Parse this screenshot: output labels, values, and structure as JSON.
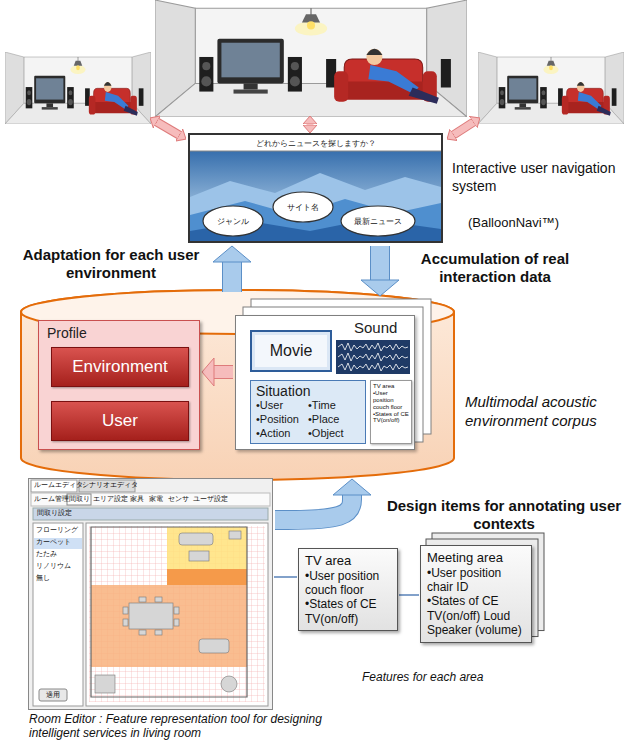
{
  "diagram": {
    "nodes": [
      {
        "text": [
          "どれからニュースを探しますか？"
        ]
      },
      {
        "text": [
          "ジャンル"
        ],
        "in": 0
      },
      {
        "text": [
          "サイト名"
        ],
        "in": 0
      },
      {
        "text": [
          "最新ニュース"
        ],
        "in": 0
      },
      {
        "text": [
          "Multimodal acoustic environment corpus"
        ]
      },
      {
        "text": [
          "Profile"
        ],
        "in": 4
      },
      {
        "text": [
          "Environment"
        ],
        "in": 5
      },
      {
        "text": [
          "User"
        ],
        "in": 5
      },
      {
        "text": [
          "Sound"
        ],
        "in": 4
      },
      {
        "text": [
          "Movie"
        ],
        "in": 8
      },
      {
        "text": [
          "Situation",
          "•User",
          "•Time",
          "•Position",
          "•Place",
          "•Action",
          "•Object"
        ],
        "in": 8
      },
      {
        "text": [
          "TV area",
          "•User position couch floor",
          "•States of CE TV(on/off)"
        ],
        "in": 8
      },
      {
        "text": [
          "Room Editor : Feature representation tool for designing intelligent services in living room"
        ]
      },
      {
        "text": [
          "TV area",
          "•User position couch floor",
          "•States of CE TV(on/off)"
        ]
      },
      {
        "text": [
          "Meeting area",
          "•User position chair ID",
          "•States of CE TV(on/off) Loud Speaker (volume)"
        ]
      }
    ],
    "edges": [
      {
        "from": 0,
        "to": 4,
        "label": "Accumulation of real interaction data",
        "arrow": "to"
      },
      {
        "from": 4,
        "to": 0,
        "label": "Adaptation for each user environment",
        "arrow": "to"
      },
      {
        "from": 8,
        "to": 5,
        "arrow": "to"
      },
      {
        "from": 12,
        "to": 4,
        "label": "Design items for annotating user contexts",
        "arrow": "to"
      },
      {
        "from": 12,
        "to": 13,
        "arrow": "none"
      },
      {
        "from": 13,
        "to": 14,
        "arrow": "none"
      }
    ],
    "labels": [
      "Interactive user navigation system",
      "(BalloonNavi™)",
      "Features for each area",
      "ルームエディタ",
      "シナリオエディタ",
      "ルーム管理",
      "間取り",
      "エリア設定",
      "家具",
      "家電",
      "センサ",
      "ユーザ設定",
      "間取り設定",
      "フローリング",
      "カーペット",
      "たたみ",
      "リノリウム",
      "無し",
      "適用"
    ]
  }
}
